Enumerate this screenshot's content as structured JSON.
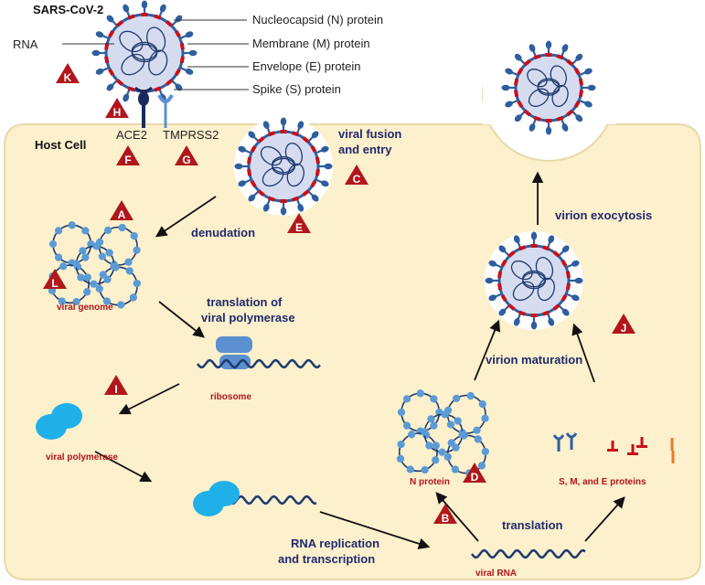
{
  "title": "SARS-CoV-2",
  "host_cell": "Host Cell",
  "virus_labels": {
    "rna": "RNA",
    "nucleocapsid": "Nucleocapsid (N) protein",
    "membrane": "Membrane (M) protein",
    "envelope": "Envelope (E) protein",
    "spike": "Spike (S) protein"
  },
  "receptors": {
    "ace2": "ACE2",
    "tmprss2": "TMPRSS2"
  },
  "steps": {
    "fusion_1": "viral fusion",
    "fusion_2": "and entry",
    "denudation": "denudation",
    "translation_polymerase_1": "translation of",
    "translation_polymerase_2": "viral polymerase",
    "replication_1": "RNA replication",
    "replication_2": "and transcription",
    "translation": "translation",
    "maturation": "virion maturation",
    "exocytosis": "virion exocytosis"
  },
  "items": {
    "viral_genome": "viral genome",
    "ribosome": "ribosome",
    "viral_polymerase": "viral polymerase",
    "n_protein": "N protein",
    "smE_proteins": "S, M, and E proteins",
    "viral_rna": "viral RNA"
  },
  "markers": [
    "A",
    "B",
    "C",
    "D",
    "E",
    "F",
    "G",
    "H",
    "I",
    "J",
    "K",
    "L"
  ],
  "colors": {
    "cell_fill": "#fdf0cc",
    "cell_stroke": "#e8d9a8",
    "virion_fill": "#d6dcf0",
    "spike": "#2f5e9e",
    "membrane_red": "#c8101a",
    "rna": "#1e3a6e",
    "bead": "#5b9bd5",
    "polymerase": "#1fb0ea",
    "ribosome": "#5b8fd0",
    "marker": "#b0161b",
    "step_text": "#1f2a6e"
  }
}
